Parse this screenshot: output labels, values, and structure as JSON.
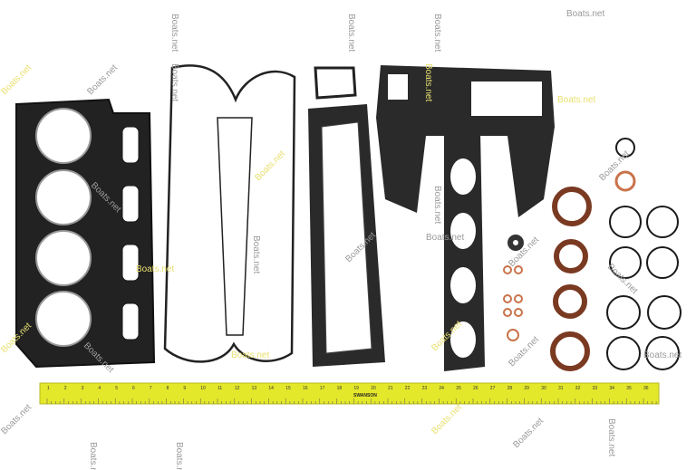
{
  "image": {
    "subject": "gasket-kit",
    "background_color": "#ffffff",
    "gasket_color": "#1a1a1a",
    "seal_color": "#7a3a22",
    "ring_color": "#c9734a",
    "ruler_color": "#e4e82a"
  },
  "watermark": {
    "text": "Boats.net",
    "color_gray": "#9a9a9a",
    "color_yellow": "#e8e070"
  },
  "ruler": {
    "brand": "SWANSON",
    "numbers": [
      "1",
      "2",
      "3",
      "4",
      "5",
      "6",
      "7",
      "8",
      "9",
      "10",
      "11",
      "12",
      "13",
      "14",
      "15",
      "16",
      "17",
      "18",
      "19",
      "20",
      "21",
      "22",
      "23",
      "24",
      "25",
      "26",
      "27",
      "28",
      "29",
      "30",
      "31",
      "32",
      "33",
      "34",
      "35",
      "36"
    ]
  }
}
